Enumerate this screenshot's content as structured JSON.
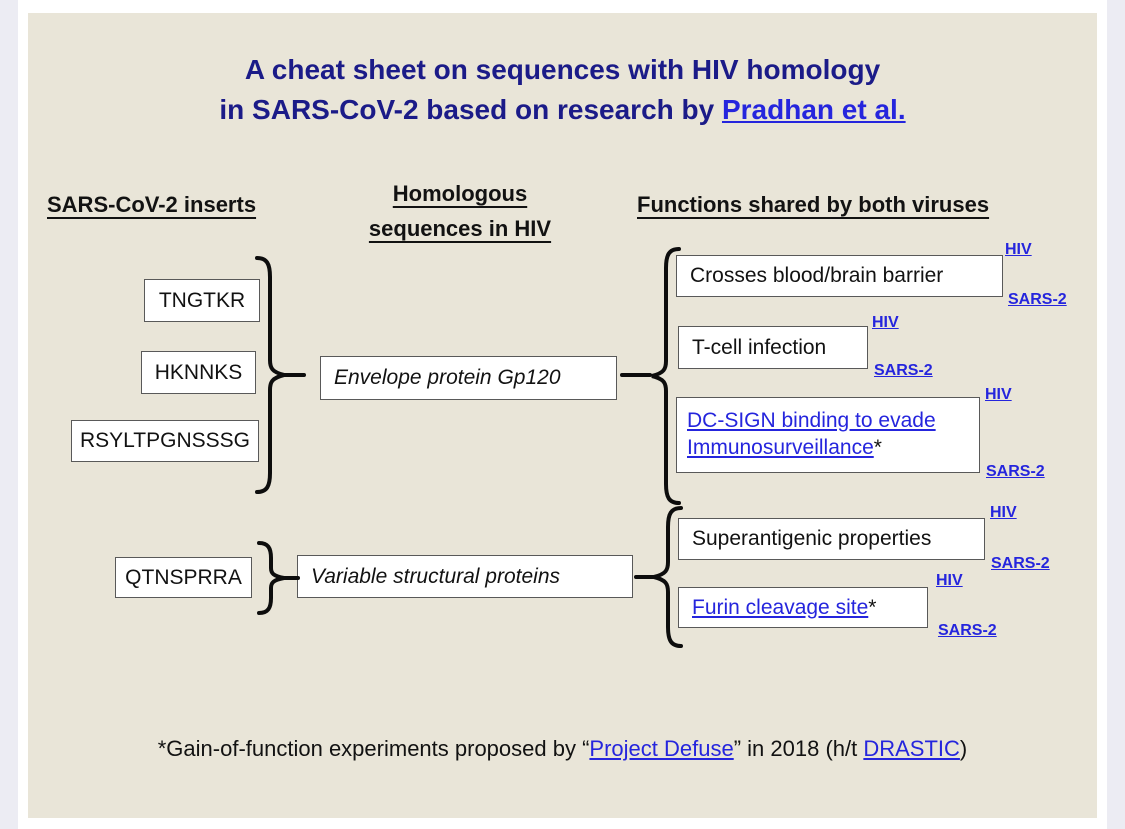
{
  "title": {
    "line1": "A cheat sheet on sequences with HIV homology",
    "line2_prefix": "in SARS-CoV-2 based on research by ",
    "link_text": "Pradhan et al."
  },
  "headers": {
    "inserts": "SARS-CoV-2 inserts",
    "homologous_line1": "Homologous",
    "homologous_line2": "sequences in HIV",
    "functions": "Functions shared by both viruses"
  },
  "inserts": {
    "i1": "TNGTKR",
    "i2": "HKNNKS",
    "i3": "RSYLTPGNSSSG",
    "i4": "QTNSPRRA"
  },
  "hiv_sequences": {
    "s1": "Envelope protein Gp120",
    "s2": "Variable structural proteins"
  },
  "functions": {
    "f1": "Crosses blood/brain barrier",
    "f2": "T-cell infection",
    "f3_link": "DC-SIGN binding to evade Immunosurveillance",
    "f3_mark": "*",
    "f4": "Superantigenic properties",
    "f5_link": "Furin cleavage site",
    "f5_mark": "*"
  },
  "virus_links": {
    "hiv": "HIV",
    "sars2": "SARS-2"
  },
  "footer": {
    "prefix": "*Gain-of-function experiments proposed by “",
    "link1": "Project Defuse",
    "mid": "” in 2018 (h/t ",
    "link2": "DRASTIC",
    "suffix": ")"
  },
  "colors": {
    "title_navy": "#1b1b88",
    "link_blue": "#2525dd",
    "panel_beige": "#e9e5d8",
    "gutter_gray": "#ececf3",
    "box_border": "#595959"
  }
}
